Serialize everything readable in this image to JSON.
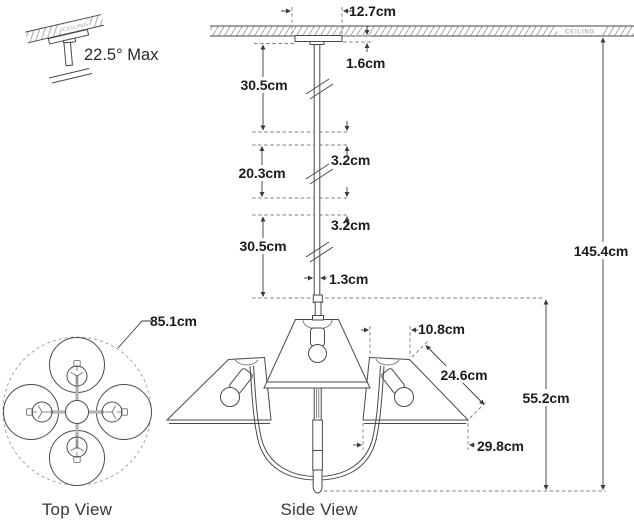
{
  "detail": {
    "angle": "22.5° Max",
    "ceiling": "CEILING"
  },
  "ceiling_label": "CEILING",
  "dims": {
    "canopy_width": "12.7cm",
    "canopy_height": "1.6cm",
    "rod_top": "30.5cm",
    "coupler_top": "3.2cm",
    "rod_mid": "20.3cm",
    "coupler_bottom": "3.2cm",
    "rod_bottom": "30.5cm",
    "rod_diameter": "1.3cm",
    "overall_height": "145.4cm",
    "overall_width": "85.1cm",
    "shade_top": "10.8cm",
    "shade_slant": "24.6cm",
    "body_height": "55.2cm",
    "shade_bottom": "29.8cm"
  },
  "views": {
    "top": "Top View",
    "side": "Side View"
  },
  "colors": {
    "line": "#4a4a4a",
    "dimension": "#3a3a3a",
    "dashed": "#7d7d7d",
    "text": "#1c1c1c",
    "ceiling_text": "#b5b5b5",
    "arm_gray": "#b3b3b3",
    "background": "#ffffff"
  }
}
